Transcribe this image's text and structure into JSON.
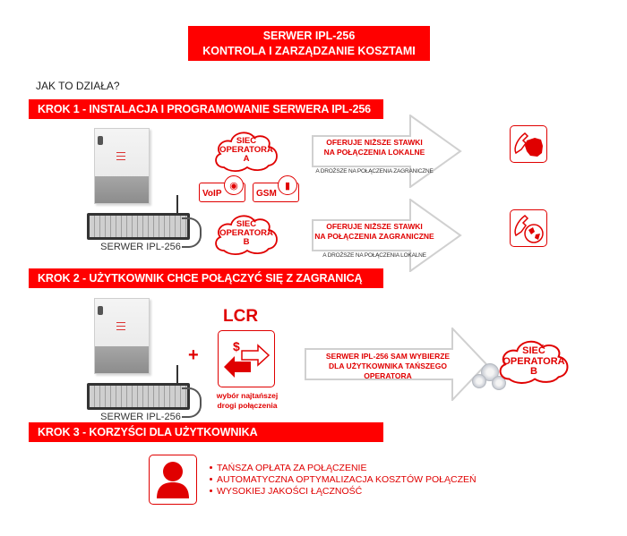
{
  "header": {
    "title_line1": "SERWER IPL-256",
    "title_line2": "KONTROLA I ZARZĄDZANIE KOSZTAMI",
    "subtitle": "JAK TO DZIAŁA?"
  },
  "colors": {
    "accent": "#ff0000",
    "text_red": "#e00000",
    "arrow_outline": "#d0d0d0"
  },
  "steps": [
    {
      "label": "KROK 1 - INSTALACJA I PROGRAMOWANIE SERWERA IPL-256",
      "server_label": "SERWER IPL-256",
      "operator_a": {
        "line1": "SIEĆ",
        "line2": "OPERATORA",
        "line3": "A"
      },
      "channels": [
        {
          "label": "VoIP",
          "icon": "globe-icon"
        },
        {
          "label": "GSM",
          "icon": "mobile-phone-icon"
        }
      ],
      "operator_b": {
        "line1": "SIEĆ",
        "line2": "OPERATORA",
        "line3": "B"
      },
      "arrows": [
        {
          "line1": "OFERUJE NIŻSZE STAWKI",
          "line2": "NA POŁĄCZENIA LOKALNE",
          "sub": "A DROŻSZE NA POŁĄCZENIA ZAGRANICZNE",
          "icon": "phone-poland-map-icon"
        },
        {
          "line1": "OFERUJE NIŻSZE STAWKI",
          "line2": "NA POŁĄCZENIA ZAGRANICZNE",
          "sub": "A DROŻSZE NA POŁĄCZENIA LOKALNE",
          "icon": "phone-globe-icon"
        }
      ]
    },
    {
      "label": "KROK 2 - UŻYTKOWNIK CHCE POŁĄCZYĆ SIĘ Z ZAGRANICĄ",
      "server_label": "SERWER IPL-256",
      "plus": "+",
      "lcr_title": "LCR",
      "lcr_icon_symbol": "$",
      "lcr_caption_line1": "wybór najtańszej",
      "lcr_caption_line2": "drogi połączenia",
      "arrow": {
        "line1": "SERWER IPL-256 SAM WYBIERZE",
        "line2": "DLA UŻYTKOWNIKA TAŃSZEGO OPERATORA"
      },
      "operator_b": {
        "line1": "SIEĆ",
        "line2": "OPERATORA",
        "line3": "B"
      }
    },
    {
      "label": "KROK 3 - KORZYŚCI DLA UŻYTKOWNIKA",
      "benefits": [
        "TAŃSZA OPŁATA ZA POŁĄCZENIE",
        "AUTOMATYCZNA OPTYMALIZACJA KOSZTÓW POŁĄCZEŃ",
        "WYSOKIEJ JAKOŚCI ŁĄCZNOŚĆ"
      ]
    }
  ]
}
